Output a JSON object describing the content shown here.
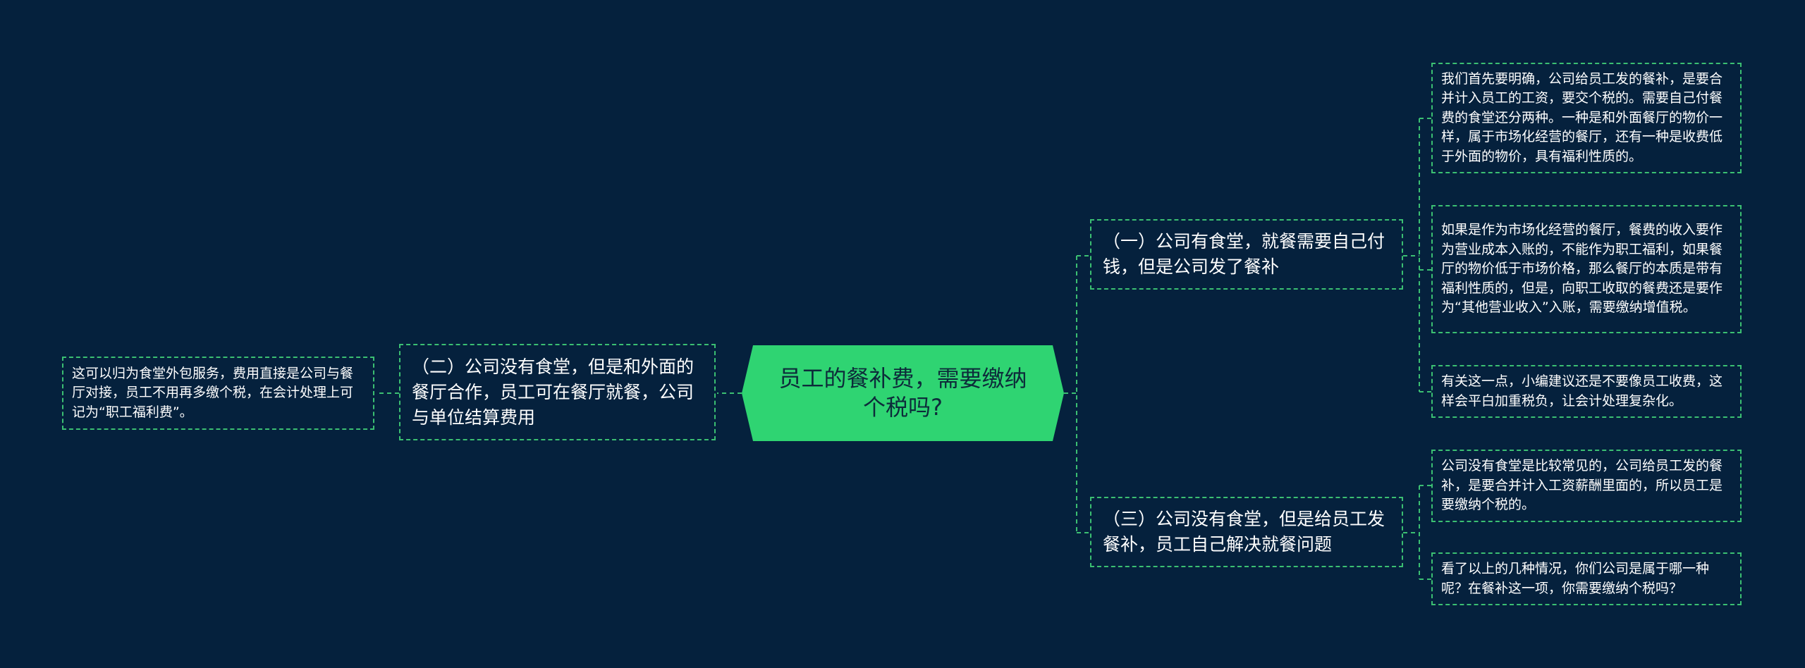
{
  "colors": {
    "background": "#05213d",
    "root_fill": "#2fd472",
    "line": "#3bbf72",
    "text": "#ffffff"
  },
  "root": {
    "text": "员工的餐补费，需要缴纳个税吗?"
  },
  "branches": {
    "one": {
      "label": "（一）公司有食堂，就餐需要自己付钱，但是公司发了餐补",
      "leaves": [
        "我们首先要明确，公司给员工发的餐补，是要合并计入员工的工资，要交个税的。需要自己付餐费的食堂还分两种。一种是和外面餐厅的物价一样，属于市场化经营的餐厅，还有一种是收费低于外面的物价，具有福利性质的。",
        "如果是作为市场化经营的餐厅，餐费的收入要作为营业成本入账的，不能作为职工福利，如果餐厅的物价低于市场价格，那么餐厅的本质是带有福利性质的，但是，向职工收取的餐费还是要作为“其他营业收入”入账，需要缴纳增值税。",
        "有关这一点，小编建议还是不要像员工收费，这样会平白加重税负，让会计处理复杂化。"
      ]
    },
    "two": {
      "label": "（二）公司没有食堂，但是和外面的餐厅合作，员工可在餐厅就餐，公司与单位结算费用",
      "leaves": [
        "这可以归为食堂外包服务，费用直接是公司与餐厅对接，员工不用再多缴个税，在会计处理上可记为“职工福利费”。"
      ]
    },
    "three": {
      "label": "（三）公司没有食堂，但是给员工发餐补，员工自己解决就餐问题",
      "leaves": [
        "公司没有食堂是比较常见的，公司给员工发的餐补，是要合并计入工资薪酬里面的，所以员工是要缴纳个税的。",
        "看了以上的几种情况，你们公司是属于哪一种呢？在餐补这一项，你需要缴纳个税吗？"
      ]
    }
  }
}
